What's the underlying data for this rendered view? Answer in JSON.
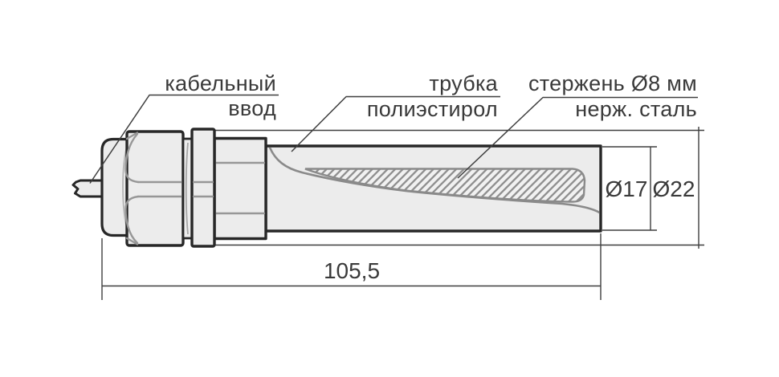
{
  "diagram": {
    "labels": {
      "cable_gland": {
        "line1": "кабельный",
        "line2": "ввод"
      },
      "tube": {
        "line1": "трубка",
        "line2": "полиэстирол"
      },
      "rod": {
        "line1": "стержень Ø8 мм",
        "line2": "нерж. сталь"
      }
    },
    "dimensions": {
      "length": "105,5",
      "tube_diameter": "Ø17",
      "body_diameter": "Ø22"
    },
    "colors": {
      "background": "#ffffff",
      "outline": "#272727",
      "body_fill": "#ececec",
      "facet_line": "#979797",
      "hatch_line": "#8f8f8f",
      "hatch_fill": "#f1f1f1",
      "annotation_line": "#3f3f3f",
      "text": "#3a3a3a"
    }
  }
}
